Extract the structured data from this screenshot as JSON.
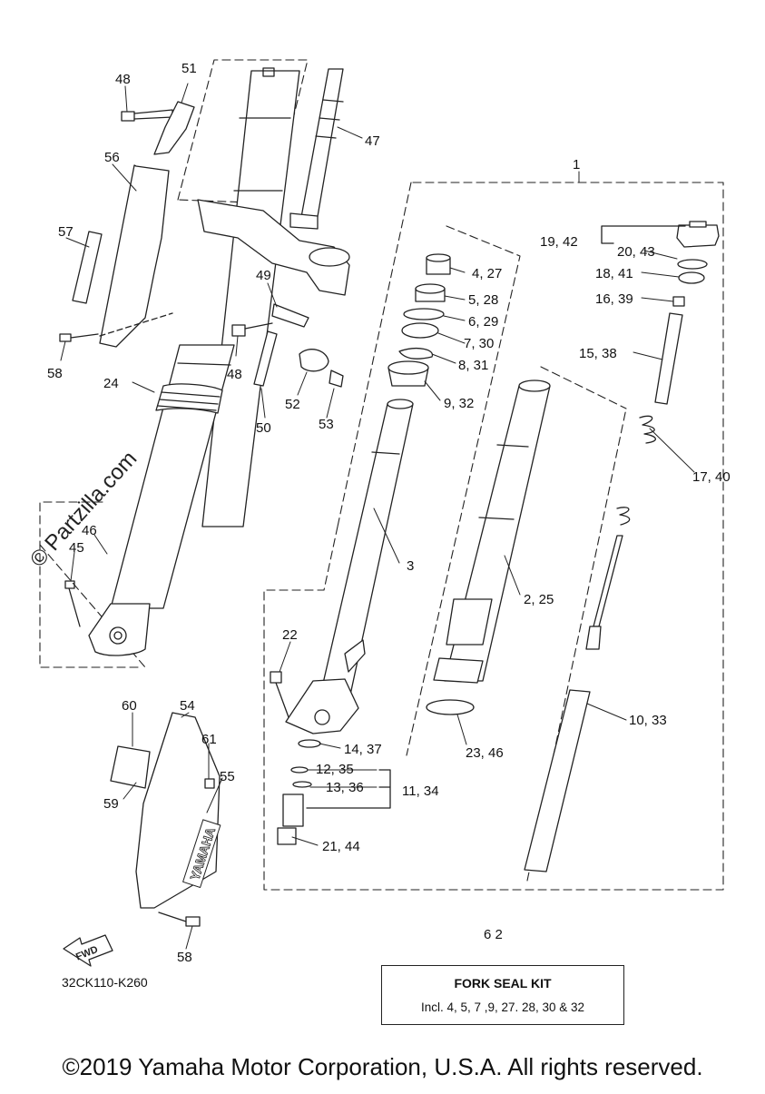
{
  "diagram": {
    "watermark": "© Partzilla.com",
    "part_code": "32CK110-K260",
    "fwd_mark": "FWD",
    "brand_decal": "YAMAHA",
    "callouts": [
      {
        "id": "48a",
        "text": "48"
      },
      {
        "id": "51",
        "text": "51"
      },
      {
        "id": "47",
        "text": "47"
      },
      {
        "id": "56",
        "text": "56"
      },
      {
        "id": "57",
        "text": "57"
      },
      {
        "id": "58a",
        "text": "58"
      },
      {
        "id": "49",
        "text": "49"
      },
      {
        "id": "48b",
        "text": "48"
      },
      {
        "id": "24",
        "text": "24"
      },
      {
        "id": "52",
        "text": "52"
      },
      {
        "id": "53",
        "text": "53"
      },
      {
        "id": "50",
        "text": "50"
      },
      {
        "id": "1",
        "text": "1"
      },
      {
        "id": "19_42",
        "text": "19, 42"
      },
      {
        "id": "20_43",
        "text": "20, 43"
      },
      {
        "id": "18_41",
        "text": "18, 41"
      },
      {
        "id": "16_39",
        "text": "16, 39"
      },
      {
        "id": "15_38",
        "text": "15, 38"
      },
      {
        "id": "17_40",
        "text": "17, 40"
      },
      {
        "id": "4_27",
        "text": "4, 27"
      },
      {
        "id": "5_28",
        "text": "5, 28"
      },
      {
        "id": "6_29",
        "text": "6, 29"
      },
      {
        "id": "7_30",
        "text": "7, 30"
      },
      {
        "id": "8_31",
        "text": "8, 31"
      },
      {
        "id": "9_32",
        "text": "9, 32"
      },
      {
        "id": "3",
        "text": "3"
      },
      {
        "id": "2_25",
        "text": "2, 25"
      },
      {
        "id": "45",
        "text": "45"
      },
      {
        "id": "46",
        "text": "46"
      },
      {
        "id": "22",
        "text": "22"
      },
      {
        "id": "10_33",
        "text": "10, 33"
      },
      {
        "id": "23_46",
        "text": "23, 46"
      },
      {
        "id": "14_37",
        "text": "14, 37"
      },
      {
        "id": "12_35",
        "text": "12, 35"
      },
      {
        "id": "13_36",
        "text": "13, 36"
      },
      {
        "id": "11_34",
        "text": "11, 34"
      },
      {
        "id": "21_44",
        "text": "21, 44"
      },
      {
        "id": "60",
        "text": "60"
      },
      {
        "id": "54",
        "text": "54"
      },
      {
        "id": "61",
        "text": "61"
      },
      {
        "id": "55",
        "text": "55"
      },
      {
        "id": "59",
        "text": "59"
      },
      {
        "id": "58b",
        "text": "58"
      },
      {
        "id": "62",
        "text": "6 2"
      }
    ]
  },
  "kit": {
    "title": "FORK SEAL KIT",
    "description": "Incl. 4, 5, 7 ,9, 27. 28, 30 & 32"
  },
  "copyright": "©2019 Yamaha Motor Corporation, U.S.A. All rights reserved."
}
